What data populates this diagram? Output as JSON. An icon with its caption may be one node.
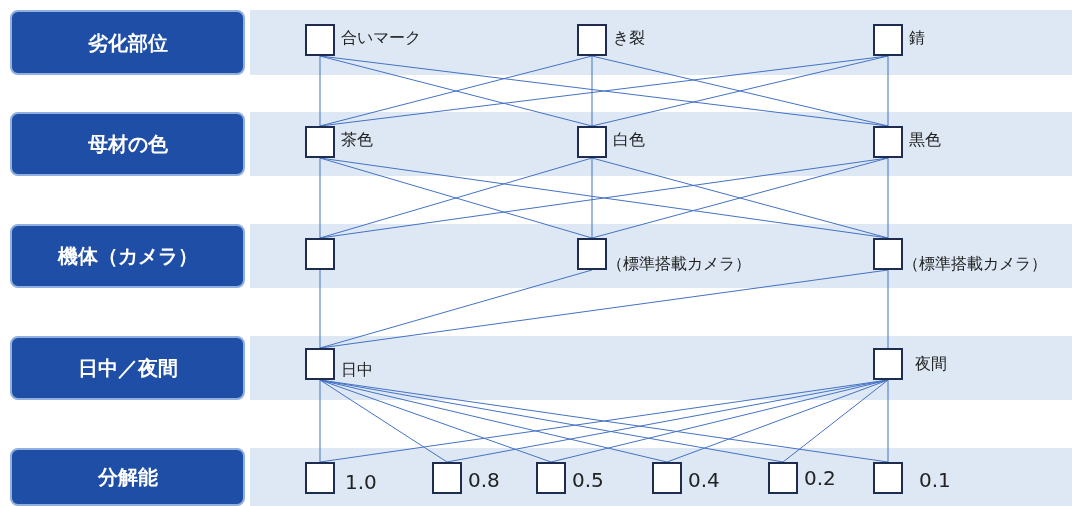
{
  "diagram": {
    "nodes": [
      {
        "text": [
          "劣化部位"
        ]
      },
      {
        "text": [
          "母材の色"
        ]
      },
      {
        "text": [
          "機体（カメラ）"
        ]
      },
      {
        "text": [
          "日中／夜間"
        ]
      },
      {
        "text": [
          "分解能"
        ]
      },
      {
        "text": [],
        "shape": "box",
        "beside": [
          "合いマーク"
        ]
      },
      {
        "text": [],
        "shape": "box",
        "beside": [
          "き裂"
        ]
      },
      {
        "text": [],
        "shape": "box",
        "beside": [
          "錆"
        ]
      },
      {
        "text": [],
        "shape": "box",
        "beside": [
          "茶色"
        ]
      },
      {
        "text": [],
        "shape": "box",
        "beside": [
          "白色"
        ]
      },
      {
        "text": [],
        "shape": "box",
        "beside": [
          "黒色"
        ]
      },
      {
        "text": [],
        "shape": "box"
      },
      {
        "text": [],
        "shape": "box",
        "beside": [
          "（標準搭載カメラ）"
        ]
      },
      {
        "text": [],
        "shape": "box",
        "beside": [
          "（標準搭載カメラ）"
        ]
      },
      {
        "text": [],
        "shape": "box",
        "beside": [
          "日中"
        ]
      },
      {
        "text": [],
        "shape": "box",
        "beside": [
          "夜間"
        ]
      },
      {
        "text": [],
        "shape": "box",
        "beside": [
          "1.0"
        ]
      },
      {
        "text": [],
        "shape": "box",
        "beside": [
          "0.8"
        ]
      },
      {
        "text": [],
        "shape": "box",
        "beside": [
          "0.5"
        ]
      },
      {
        "text": [],
        "shape": "box",
        "beside": [
          "0.4"
        ]
      },
      {
        "text": [],
        "shape": "box",
        "beside": [
          "0.2"
        ]
      },
      {
        "text": [],
        "shape": "box",
        "beside": [
          "0.1"
        ]
      }
    ],
    "edges": [
      {
        "from": 5,
        "to": 8,
        "arrow": "none"
      },
      {
        "from": 5,
        "to": 9,
        "arrow": "none"
      },
      {
        "from": 5,
        "to": 10,
        "arrow": "none"
      },
      {
        "from": 6,
        "to": 8,
        "arrow": "none"
      },
      {
        "from": 6,
        "to": 9,
        "arrow": "none"
      },
      {
        "from": 6,
        "to": 10,
        "arrow": "none"
      },
      {
        "from": 7,
        "to": 8,
        "arrow": "none"
      },
      {
        "from": 7,
        "to": 9,
        "arrow": "none"
      },
      {
        "from": 7,
        "to": 10,
        "arrow": "none"
      },
      {
        "from": 8,
        "to": 11,
        "arrow": "none"
      },
      {
        "from": 8,
        "to": 12,
        "arrow": "none"
      },
      {
        "from": 8,
        "to": 13,
        "arrow": "none"
      },
      {
        "from": 9,
        "to": 11,
        "arrow": "none"
      },
      {
        "from": 9,
        "to": 12,
        "arrow": "none"
      },
      {
        "from": 9,
        "to": 13,
        "arrow": "none"
      },
      {
        "from": 10,
        "to": 11,
        "arrow": "none"
      },
      {
        "from": 10,
        "to": 12,
        "arrow": "none"
      },
      {
        "from": 10,
        "to": 13,
        "arrow": "none"
      },
      {
        "from": 11,
        "to": 14,
        "arrow": "none"
      },
      {
        "from": 12,
        "to": 14,
        "arrow": "none"
      },
      {
        "from": 13,
        "to": 14,
        "arrow": "none"
      },
      {
        "from": 13,
        "to": 15,
        "arrow": "none"
      },
      {
        "from": 14,
        "to": 16,
        "arrow": "none"
      },
      {
        "from": 14,
        "to": 17,
        "arrow": "none"
      },
      {
        "from": 14,
        "to": 18,
        "arrow": "none"
      },
      {
        "from": 14,
        "to": 19,
        "arrow": "none"
      },
      {
        "from": 14,
        "to": 20,
        "arrow": "none"
      },
      {
        "from": 14,
        "to": 21,
        "arrow": "none"
      },
      {
        "from": 15,
        "to": 16,
        "arrow": "none"
      },
      {
        "from": 15,
        "to": 17,
        "arrow": "none"
      },
      {
        "from": 15,
        "to": 18,
        "arrow": "none"
      },
      {
        "from": 15,
        "to": 19,
        "arrow": "none"
      },
      {
        "from": 15,
        "to": 20,
        "arrow": "none"
      },
      {
        "from": 15,
        "to": 21,
        "arrow": "none"
      }
    ]
  }
}
